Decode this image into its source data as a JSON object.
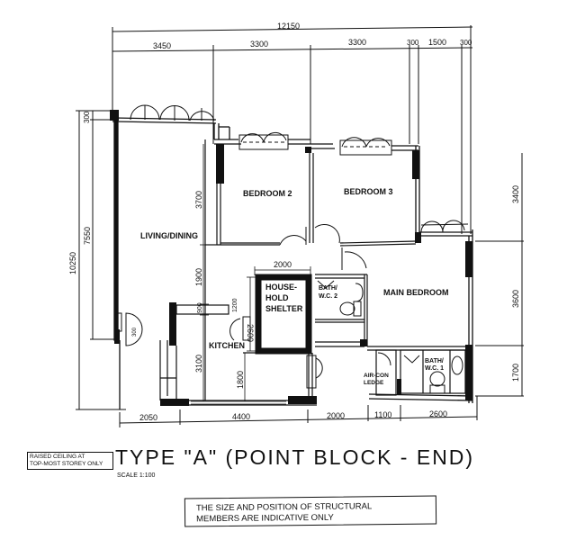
{
  "title": "TYPE \"A\" (POINT BLOCK - END)",
  "scale": "SCALE 1:100",
  "ceiling_note": [
    "RAISED CEILING AT",
    "TOP-MOST STOREY ONLY"
  ],
  "structural_note": [
    "THE SIZE AND POSITION OF STRUCTURAL",
    "MEMBERS ARE INDICATIVE ONLY"
  ],
  "dimensions": {
    "top_total": "12150",
    "top_segments": [
      "3450",
      "3300",
      "3300",
      "300",
      "1500",
      "300"
    ],
    "left_total": "10250",
    "left_segments": [
      "300",
      "7550"
    ],
    "right_segments": [
      "3400",
      "3600",
      "1700"
    ],
    "bottom_segments": [
      "2050",
      "4400",
      "2000",
      "1100",
      "2600"
    ],
    "interior": {
      "bedroom2_depth": "3700",
      "corridor": "1900",
      "kitchen_counter": "900",
      "kitchen_depth": "3100",
      "shelter_width": "2000",
      "shelter_depth": "2600",
      "kitchen_lower": "1800",
      "service_bay": "1200"
    }
  },
  "rooms": {
    "living_dining": "LIVING/DINING",
    "bedroom2": "BEDROOM 2",
    "bedroom3": "BEDROOM 3",
    "main_bedroom": "MAIN BEDROOM",
    "shelter": [
      "HOUSE-",
      "HOLD",
      "SHELTER"
    ],
    "bath2": [
      "BATH/",
      "W.C. 2"
    ],
    "bath1": [
      "BATH/",
      "W.C. 1"
    ],
    "kitchen": "KITCHEN",
    "aircon": [
      "AIR-CON",
      "LEDGE"
    ]
  }
}
